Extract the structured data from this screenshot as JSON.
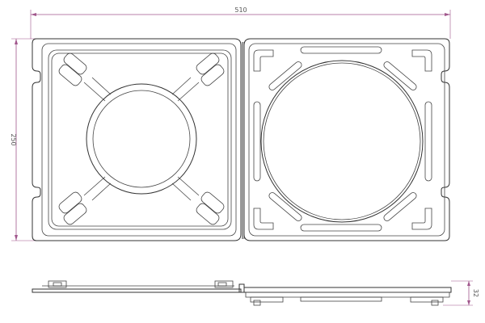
{
  "drawing": {
    "dimensions": {
      "width_label": "510",
      "height_label": "250",
      "thickness_label": "32"
    },
    "colors": {
      "line": "#333333",
      "dimension": "#a0568c",
      "background": "#ffffff"
    }
  }
}
